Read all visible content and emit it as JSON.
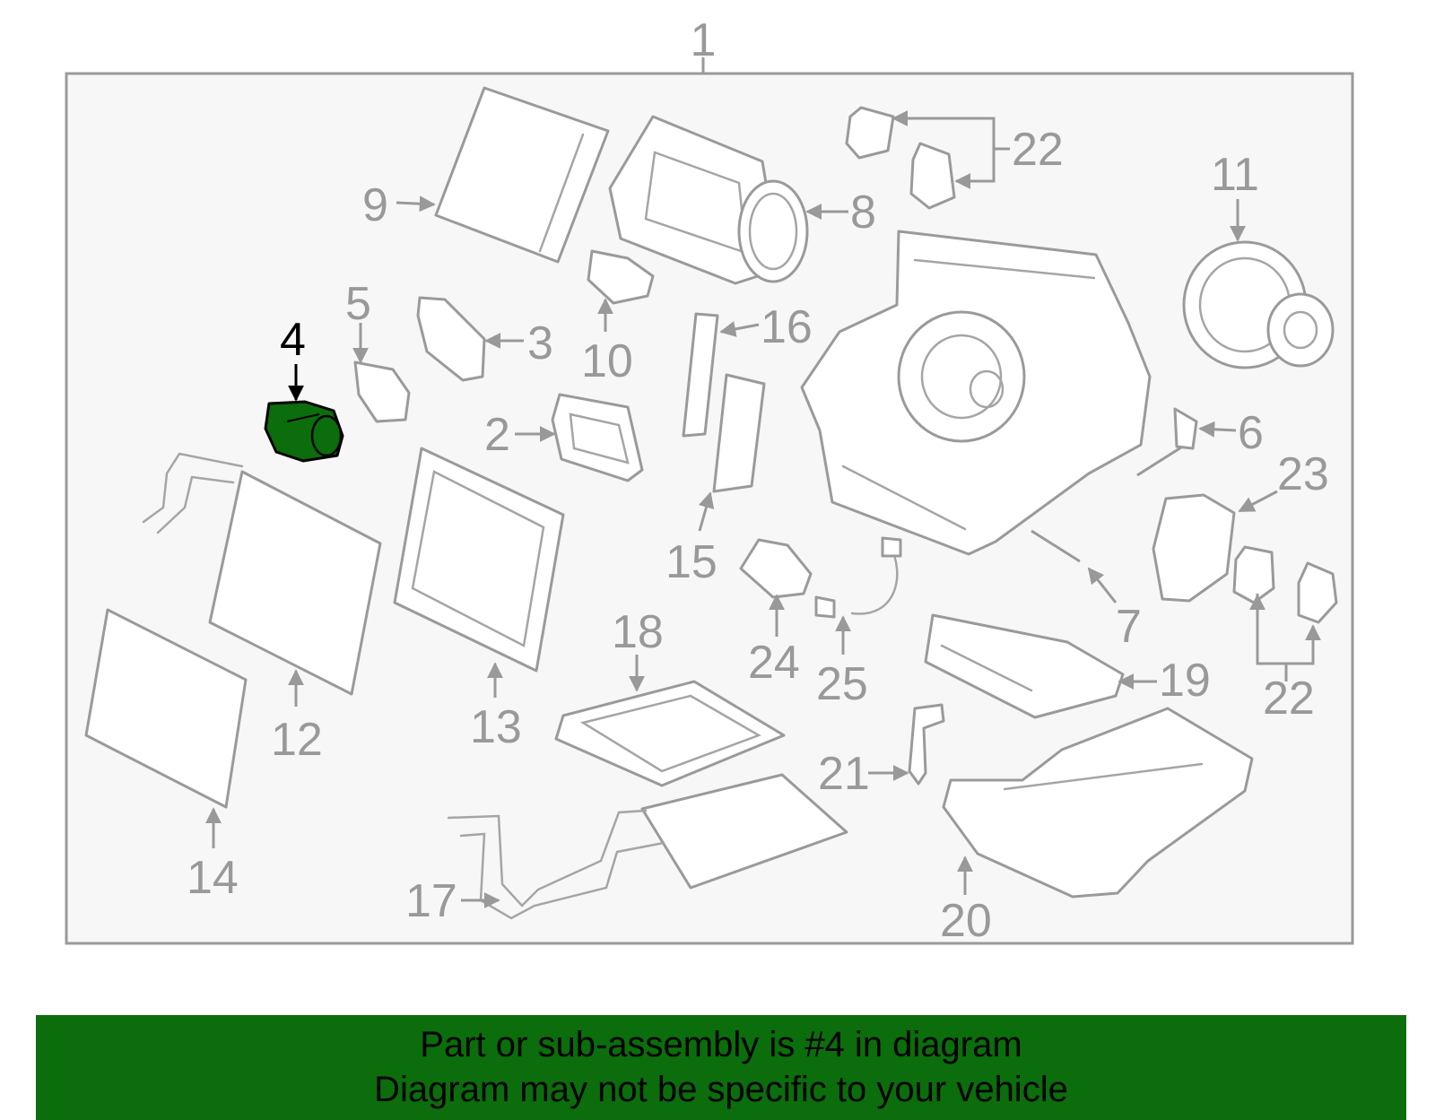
{
  "diagram": {
    "assembly_callout": "1",
    "highlighted_callout": "4",
    "colors": {
      "frame_background": "#f7f7f7",
      "line_art": "#9a9a9a",
      "highlight_part": "#0b6d0b",
      "banner_background": "#0b6d0b"
    },
    "callouts": [
      {
        "id": "2",
        "label": "2"
      },
      {
        "id": "3",
        "label": "3"
      },
      {
        "id": "4",
        "label": "4"
      },
      {
        "id": "5",
        "label": "5"
      },
      {
        "id": "6",
        "label": "6"
      },
      {
        "id": "7",
        "label": "7"
      },
      {
        "id": "8",
        "label": "8"
      },
      {
        "id": "9",
        "label": "9"
      },
      {
        "id": "10",
        "label": "10"
      },
      {
        "id": "11",
        "label": "11"
      },
      {
        "id": "12",
        "label": "12"
      },
      {
        "id": "13",
        "label": "13"
      },
      {
        "id": "14",
        "label": "14"
      },
      {
        "id": "15",
        "label": "15"
      },
      {
        "id": "16",
        "label": "16"
      },
      {
        "id": "17",
        "label": "17"
      },
      {
        "id": "18",
        "label": "18"
      },
      {
        "id": "19",
        "label": "19"
      },
      {
        "id": "20",
        "label": "20"
      },
      {
        "id": "21",
        "label": "21"
      },
      {
        "id": "22a",
        "label": "22"
      },
      {
        "id": "22b",
        "label": "22"
      },
      {
        "id": "23",
        "label": "23"
      },
      {
        "id": "24",
        "label": "24"
      },
      {
        "id": "25",
        "label": "25"
      }
    ]
  },
  "banner": {
    "line1": "Part or sub-assembly is #4 in diagram",
    "line2": "Diagram may not be specific to your vehicle"
  }
}
